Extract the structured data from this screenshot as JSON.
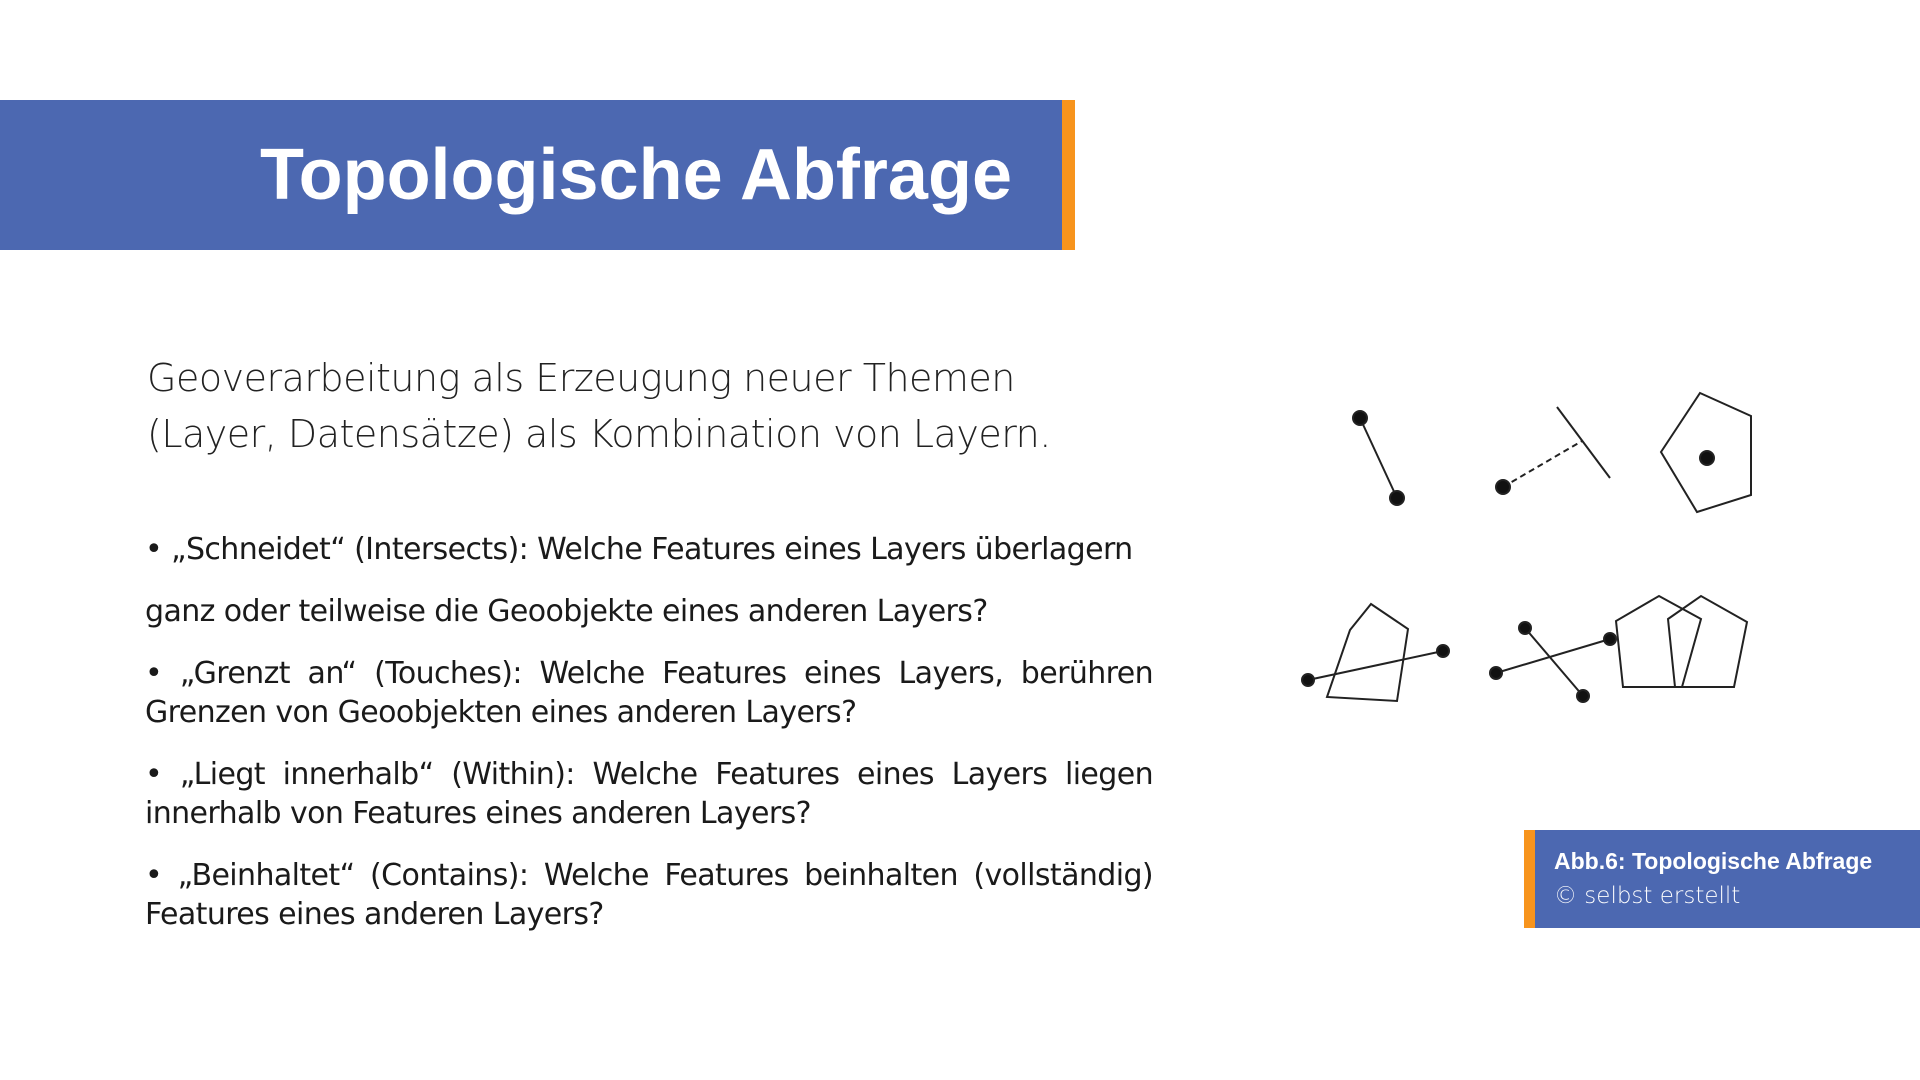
{
  "slide": {
    "title": "Topologische Abfrage",
    "intro_lines": [
      "Geoverarbeitung als Erzeugung neuer Themen",
      "(Layer, Datensätze) als Kombination von Layern."
    ],
    "bullets": [
      "• „Schneidet“ (Intersects): Welche Features eines Layers überlagern",
      "ganz oder teilweise die Geoobjekte eines anderen Layers?",
      "• „Grenzt an“ (Touches): Welche Features eines Layers, berühren Grenzen von Geoobjekten eines anderen Layers?",
      "• „Liegt innerhalb“ (Within): Welche Features eines Layers liegen innerhalb von Features eines anderen Layers?",
      "• „Beinhaltet“ (Contains): Welche Features beinhalten (vollständig) Features eines anderen Layers?"
    ],
    "caption": {
      "title": "Abb.6: Topologische Abfrage",
      "subtitle": "© selbst erstellt"
    },
    "colors": {
      "primary": "#4c68b1",
      "accent": "#f7941d",
      "text": "#1a1a1a"
    }
  }
}
